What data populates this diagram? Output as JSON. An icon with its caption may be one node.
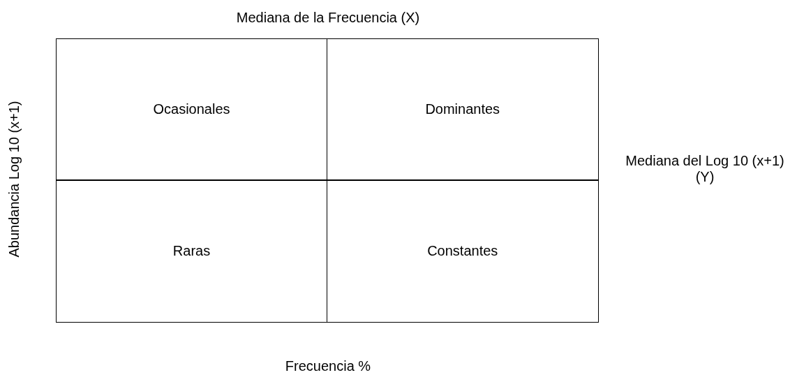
{
  "diagram": {
    "nodes": [
      {
        "text": [
          "Ocasionales"
        ]
      },
      {
        "text": [
          "Dominantes"
        ]
      },
      {
        "text": [
          "Raras"
        ]
      },
      {
        "text": [
          "Constantes"
        ]
      }
    ],
    "labels": [
      "Mediana de la Frecuencia (X)",
      "Abundancia Log 10 (x+1)",
      "Mediana del Log 10 (x+1) (Y)",
      "Frecuencia %"
    ]
  }
}
